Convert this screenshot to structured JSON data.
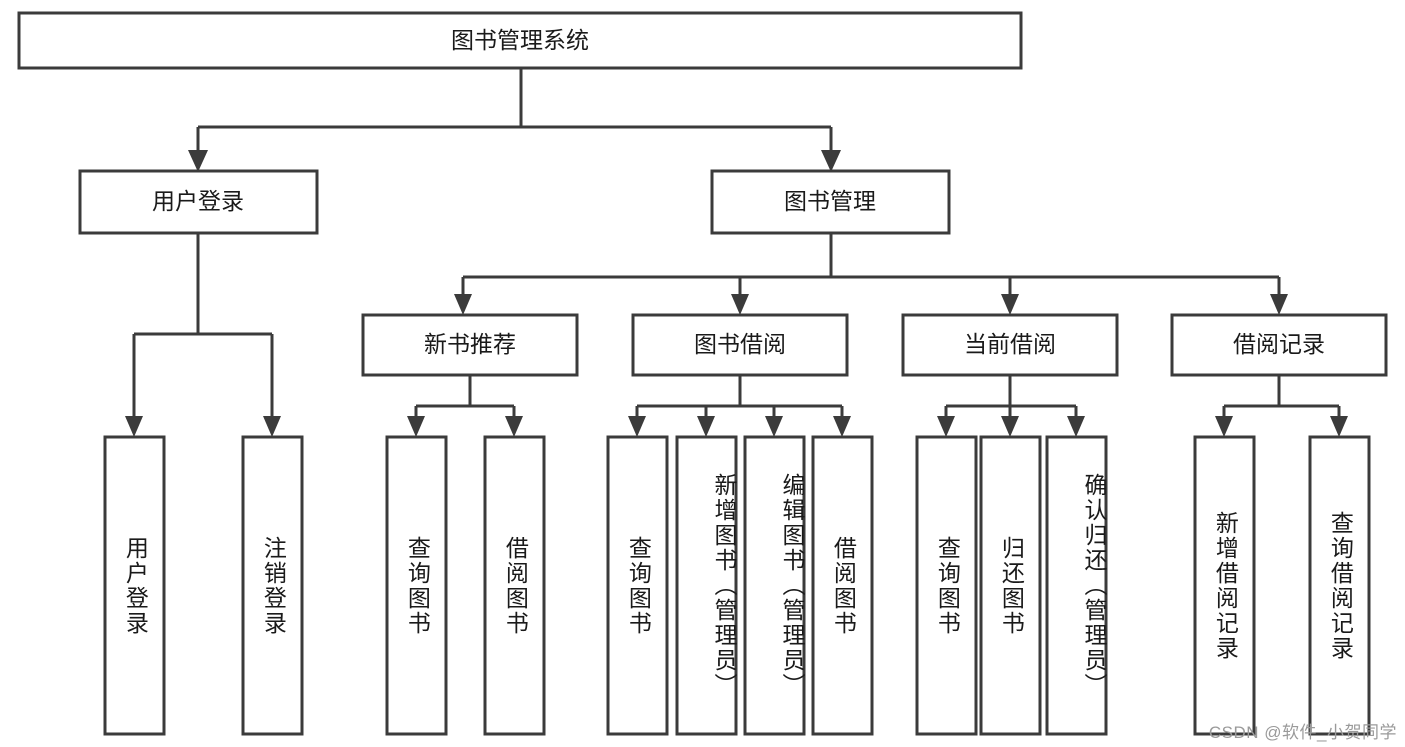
{
  "diagram": {
    "title": "图书管理系统",
    "type": "tree",
    "root": {
      "label": "图书管理系统",
      "children": [
        {
          "label": "用户登录",
          "children": [
            {
              "label": "用户登录"
            },
            {
              "label": "注销登录"
            }
          ]
        },
        {
          "label": "图书管理",
          "children": [
            {
              "label": "新书推荐",
              "children": [
                {
                  "label": "查询图书"
                },
                {
                  "label": "借阅图书"
                }
              ]
            },
            {
              "label": "图书借阅",
              "children": [
                {
                  "label": "查询图书"
                },
                {
                  "label": "新增图书（管理员）"
                },
                {
                  "label": "编辑图书（管理员）"
                },
                {
                  "label": "借阅图书"
                }
              ]
            },
            {
              "label": "当前借阅",
              "children": [
                {
                  "label": "查询图书"
                },
                {
                  "label": "归还图书"
                },
                {
                  "label": "确认归还（管理员）"
                }
              ]
            },
            {
              "label": "借阅记录",
              "children": [
                {
                  "label": "新增借阅记录"
                },
                {
                  "label": "查询借阅记录"
                }
              ]
            }
          ]
        }
      ]
    },
    "nodes": {
      "root": "图书管理系统",
      "user_login": "用户登录",
      "book_manage": "图书管理",
      "new_book_rec": "新书推荐",
      "book_borrow": "图书借阅",
      "current_borrow": "当前借阅",
      "borrow_record": "借阅记录",
      "leaf_user_login": "用户登录",
      "leaf_logout": "注销登录",
      "leaf_query_book_1": "查询图书",
      "leaf_borrow_book_1": "借阅图书",
      "leaf_query_book_2": "查询图书",
      "leaf_add_book": "新增图书（管理员）",
      "leaf_edit_book": "编辑图书（管理员）",
      "leaf_borrow_book_2": "借阅图书",
      "leaf_query_book_3": "查询图书",
      "leaf_return_book": "归还图书",
      "leaf_confirm_return": "确认归还（管理员）",
      "leaf_add_record": "新增借阅记录",
      "leaf_query_record": "查询借阅记录"
    },
    "watermark": "CSDN @软件_小贺同学",
    "colors": {
      "stroke": "#3b3b3b",
      "box_fill": "#ffffff",
      "text": "#1a1a1a",
      "watermark": "#9a9a9a",
      "background": "#ffffff"
    }
  }
}
